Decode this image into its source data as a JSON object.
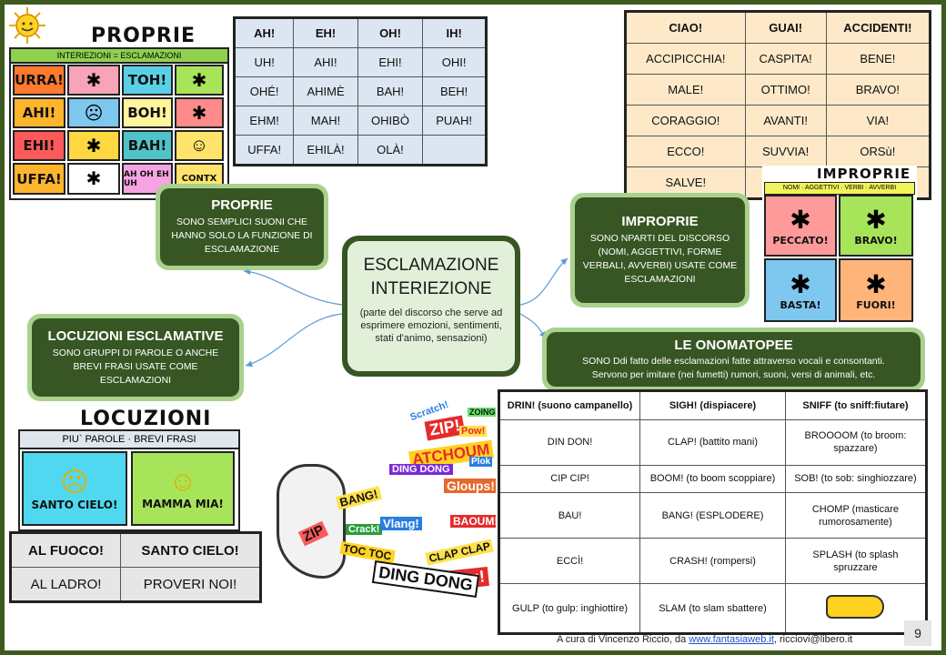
{
  "proprie_table": [
    [
      "AH!",
      "EH!",
      "OH!",
      "IH!"
    ],
    [
      "UH!",
      "AHI!",
      "EHI!",
      "OHI!"
    ],
    [
      "OHÉ!",
      "AHIMÈ",
      "BAH!",
      "BEH!"
    ],
    [
      "EHM!",
      "MAH!",
      "OHIBÒ",
      "PUAH!"
    ],
    [
      "UFFA!",
      "EHILÀ!",
      "OLÀ!",
      ""
    ]
  ],
  "improprie_table": [
    [
      "CIAO!",
      "GUAI!",
      "ACCIDENTI!"
    ],
    [
      "ACCIPICCHIA!",
      "CASPITA!",
      "BENE!"
    ],
    [
      "MALE!",
      "OTTIMO!",
      "BRAVO!"
    ],
    [
      "CORAGGIO!",
      "AVANTI!",
      "VIA!"
    ],
    [
      "ECCO!",
      "SUVVIA!",
      "ORSù!"
    ],
    [
      "SALVE!",
      "",
      ""
    ]
  ],
  "onomatopee_table": [
    [
      "DRIN! (suono campanello)",
      "SIGH! (dispiacere)",
      "SNIFF (to sniff:fiutare)"
    ],
    [
      "DIN DON!",
      "CLAP! (battito mani)",
      "BROOOOM (to broom: spazzare)"
    ],
    [
      "CIP CIP!",
      "BOOM! (to boom scoppiare)",
      "SOB! (to sob: singhiozzare)"
    ],
    [
      "BAU!",
      "BANG! (ESPLODERE)",
      "CHOMP (masticare rumorosamente)"
    ],
    [
      "ECCÌ!",
      "CRASH! (rompersi)",
      "SPLASH (to splash spruzzare"
    ],
    [
      "GULP (to gulp: inghiottire)",
      "SLAM (to slam sbattere)",
      ""
    ]
  ],
  "locuzioni_table": [
    [
      "AL FUOCO!",
      "SANTO CIELO!"
    ],
    [
      "AL LADRO!",
      "PROVERI NOI!"
    ]
  ],
  "center": {
    "title1": "ESCLAMAZIONE",
    "title2": "INTERIEZIONE",
    "text": "(parte del discorso che serve ad esprimere emozioni, sentimenti, stati d'animo, sensazioni)"
  },
  "proprie_box": {
    "title": "PROPRIE",
    "text": "SONO SEMPLICI SUONI CHE HANNO SOLO LA FUNZIONE DI ESCLAMAZIONE"
  },
  "improprie_box": {
    "title": "IMPROPRIE",
    "text": "SONO NPARTI DEL DISCORSO (NOMI, AGGETTIVI, FORME VERBALI, AVVERBI) USATE COME ESCLAMAZIONI"
  },
  "locuzioni_box": {
    "title": "LOCUZIONI ESCLAMATIVE",
    "text": "SONO GRUPPI DI PAROLE O ANCHE BREVI FRASI USATE COME ESCLAMAZIONI"
  },
  "onomatopee_box": {
    "title": "LE ONOMATOPEE",
    "text1": "SONO Ddi fatto delle esclamazioni fatte attraverso vocali e consontanti.",
    "text2": "Servono per imitare (nei fumetti) rumori, suoni, versi di animali, etc."
  },
  "comic_proprie": {
    "title": "PROPRIE",
    "banner": "INTERIEZIONI = ESCLAMAZIONI",
    "words": [
      "URRA!",
      "TOH!",
      "AHI!",
      "BOH!",
      "EHI!",
      "BAH!",
      "UFFA!",
      "AH OH EH UH",
      "CONTX"
    ]
  },
  "comic_improprie": {
    "title": "IMPROPRIE",
    "banner": "NOMI · AGGETTIVI · VERBI · AVVERBI",
    "words": [
      "PECCATO!",
      "BRAVO!",
      "BASTA!",
      "FUORI!"
    ]
  },
  "comic_locuzioni": {
    "title": "LOCUZIONI",
    "banner": "PIU` PAROLE · BREVI FRASI",
    "words": [
      "SANTO CIELO!",
      "MAMMA MIA!"
    ]
  },
  "collage_words": [
    "Scratch!",
    "ZIP!",
    "Pow!",
    "ATCHOUM",
    "DING DONG",
    "Gloups!",
    "BAOUM!",
    "Bling!",
    "CLAP CLAP",
    "DING DONG",
    "BANG!",
    "Crack!",
    "Vlang!",
    "ZIP",
    "TOC TOC",
    "Plok",
    "ZOING"
  ],
  "footer": {
    "prefix": "A cura di Vincenzo Riccio, da ",
    "link": "www.fantasiaweb.it",
    "suffix": ", ricciovi@libero.it"
  },
  "page_number": "9",
  "colors": {
    "frame": "#3e5a1f",
    "box_dark": "#375623",
    "box_light": "#a9d18e",
    "center_fill": "#e2f0d9"
  }
}
